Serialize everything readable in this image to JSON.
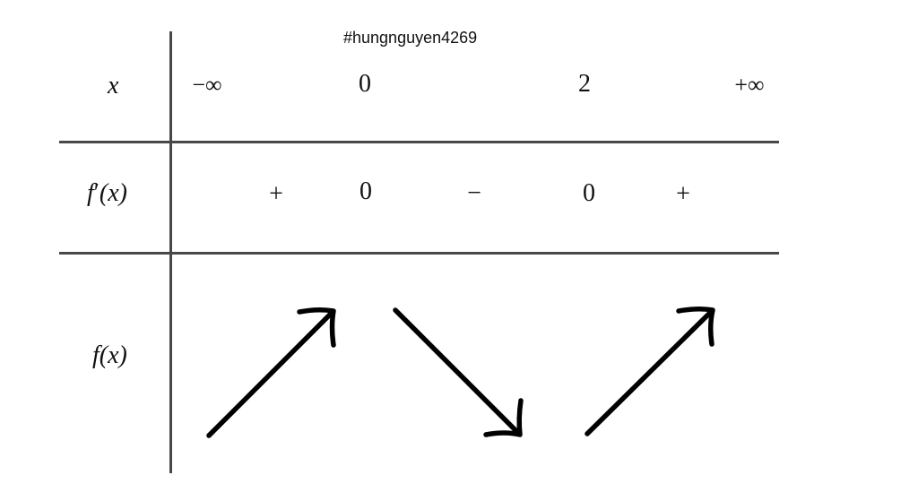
{
  "watermark": "#hungnguyen4269",
  "table": {
    "row_labels": {
      "x": "x",
      "f_prime_prefix": "f",
      "f_prime_mark": "′",
      "f_prime_suffix": "(x)",
      "f_prefix": "f",
      "f_suffix": "(x)"
    },
    "x_row": [
      "−∞",
      "0",
      "2",
      "+∞"
    ],
    "f_prime_row": [
      "+",
      "0",
      "−",
      "0",
      "+"
    ],
    "f_row": {
      "arrows": [
        "increasing",
        "decreasing",
        "increasing"
      ]
    }
  },
  "colors": {
    "grid_line": "#484848",
    "text": "#111111",
    "arrow": "#000000"
  }
}
